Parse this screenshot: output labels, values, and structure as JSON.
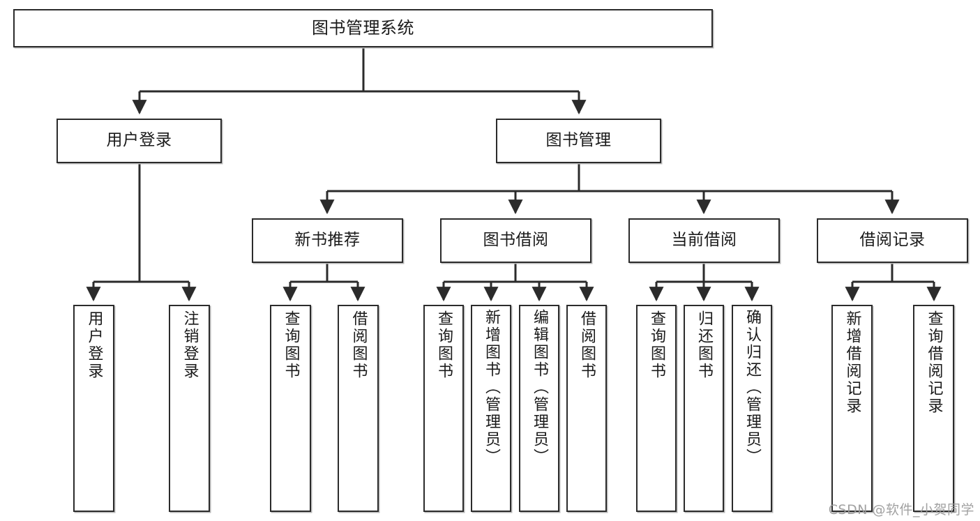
{
  "diagram": {
    "type": "tree-hierarchy",
    "title": "图书管理系统",
    "root": {
      "label": "图书管理系统"
    },
    "level2": [
      {
        "label": "用户登录"
      },
      {
        "label": "图书管理"
      }
    ],
    "level3": [
      {
        "label": "新书推荐"
      },
      {
        "label": "图书借阅"
      },
      {
        "label": "当前借阅"
      },
      {
        "label": "借阅记录"
      }
    ],
    "leaves": {
      "user_login": [
        {
          "label": "用户登录"
        },
        {
          "label": "注销登录"
        }
      ],
      "new_book_recommend": [
        {
          "label": "查询图书"
        },
        {
          "label": "借阅图书"
        }
      ],
      "book_borrow": [
        {
          "label": "查询图书"
        },
        {
          "label": "新增图书（管理员）"
        },
        {
          "label": "编辑图书（管理员）"
        },
        {
          "label": "借阅图书"
        }
      ],
      "current_borrow": [
        {
          "label": "查询图书"
        },
        {
          "label": "归还图书"
        },
        {
          "label": "确认归还（管理员）"
        }
      ],
      "borrow_record": [
        {
          "label": "新增借阅记录"
        },
        {
          "label": "查询借阅记录"
        }
      ]
    }
  },
  "watermark": {
    "text": "CSDN @软件_小贺同学"
  },
  "colors": {
    "stroke": "#2b2b2b",
    "fill": "#ffffff",
    "shadow": "#b9b9b9",
    "text": "#1a1a1a",
    "watermark": "#9a9a9a"
  }
}
